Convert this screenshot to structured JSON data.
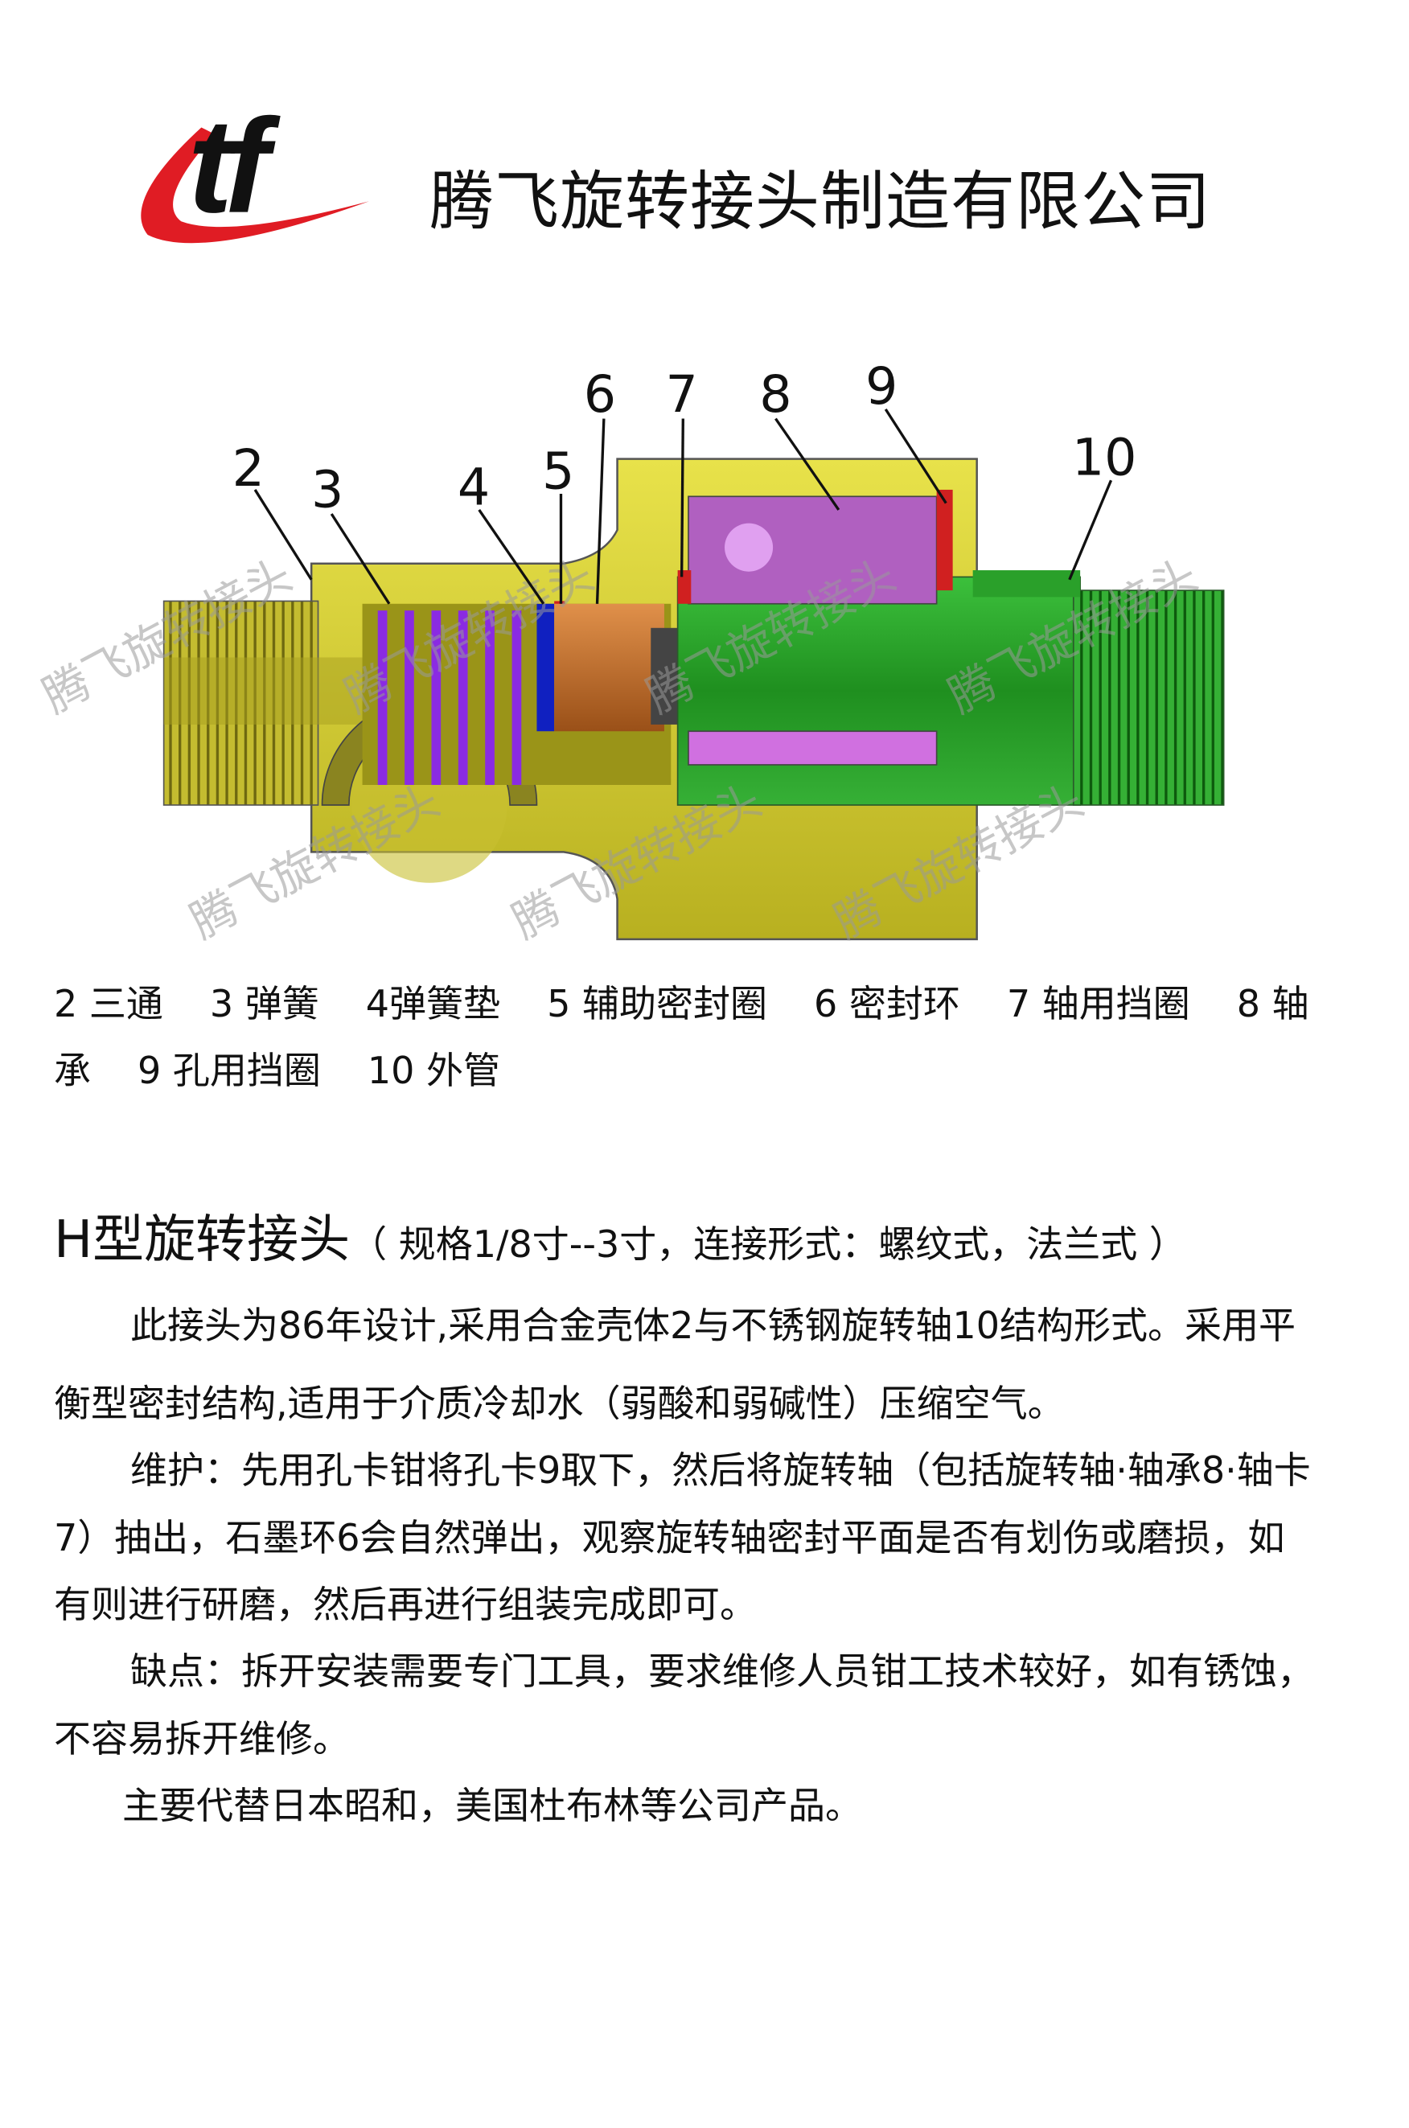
{
  "header": {
    "logo_text": "TF",
    "company_name": "腾飞旋转接头制造有限公司"
  },
  "diagram": {
    "watermark": "腾飞旋转接头",
    "callouts": [
      "2",
      "3",
      "4",
      "5",
      "6",
      "7",
      "8",
      "9",
      "10"
    ],
    "colors": {
      "housing": "#d8d23a",
      "shaft": "#2fa52f",
      "bearing": "#c070d0",
      "spring": "#8a2be2",
      "seal": "#c8702a",
      "washer": "#1020c0",
      "retainer": "#d02020"
    }
  },
  "legend": {
    "line1": [
      "2 三通",
      "3 弹簧",
      "4弹簧垫",
      "5 辅助密封圈",
      "6 密封环",
      "7 轴用挡圈",
      "8 轴"
    ],
    "line2": [
      "承",
      "9 孔用挡圈",
      "10 外管"
    ]
  },
  "article": {
    "title": "H型旋转接头",
    "spec": "（ 规格1/8寸--3寸，连接形式：螺纹式，法兰式 ）",
    "lines": [
      "此接头为86年设计,采用合金壳体2与不锈钢旋转轴10结构形式。采用平",
      "衡型密封结构,适用于介质冷却水（弱酸和弱碱性）压缩空气。",
      "维护：先用孔卡钳将孔卡9取下，然后将旋转轴（包括旋转轴·轴承8·轴卡",
      "7）抽出，石墨环6会自然弹出，观察旋转轴密封平面是否有划伤或磨损，如",
      "有则进行研磨，然后再进行组装完成即可。",
      "缺点：拆开安装需要专门工具，要求维修人员钳工技术较好，如有锈蚀，",
      "不容易拆开维修。",
      "主要代替日本昭和，美国杜布林等公司产品。"
    ]
  }
}
